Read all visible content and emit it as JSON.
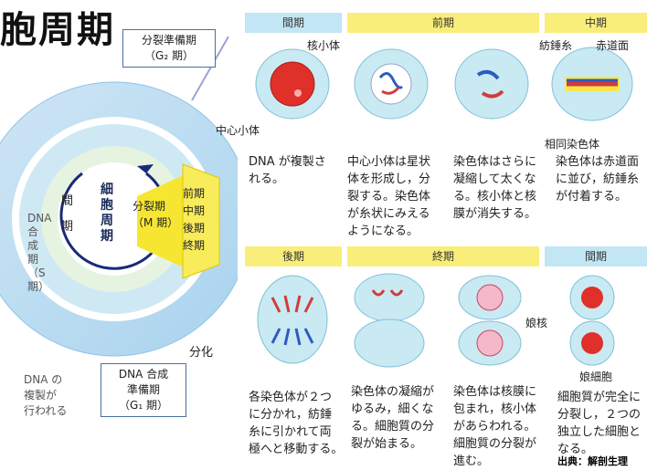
{
  "title": "胞周期",
  "cycle": {
    "g2_line1": "分裂準備期",
    "g2_line2": "（G₂ 期）",
    "interphase_1": "間",
    "interphase_2": "期",
    "center": "細胞周期",
    "m_line1": "分裂期",
    "m_line2": "（M 期）",
    "phases": [
      "前期",
      "中期",
      "後期",
      "終期"
    ],
    "s_phase": "DNA合成期（S期）",
    "g1_line1": "DNA 合成",
    "g1_line2": "準備期",
    "g1_line3": "（G₁ 期）",
    "differentiation": "分化",
    "dna_rep": [
      "DNA の",
      "複製が",
      "行われる"
    ]
  },
  "banners": {
    "interphase": "間期",
    "prophase": "前期",
    "metaphase": "中期",
    "anaphase": "後期",
    "telophase": "終期",
    "interphase2": "間期"
  },
  "labels": {
    "nucleolus": "核小体",
    "centrosome": "中心小体",
    "spindle": "紡錘糸",
    "equator": "赤道面",
    "homologous": "相同染色体",
    "daughter_nucleus": "娘核",
    "daughter_cell": "娘細胞"
  },
  "captions": {
    "interphase": [
      "DNA が複製さ",
      "れる。"
    ],
    "prophase1": [
      "中心小体は星状",
      "体を形成し，分",
      "裂する。染色体",
      "が糸状にみえる",
      "ようになる。"
    ],
    "prophase2": [
      "染色体はさらに",
      "凝縮して太くな",
      "る。核小体と核",
      "膜が消失する。"
    ],
    "metaphase": [
      "染色体は赤道面",
      "に並び，紡錘糸",
      "が付着する。"
    ],
    "anaphase": [
      "各染色体が２つ",
      "に分かれ，紡錘",
      "糸に引かれて両",
      "極へと移動する。"
    ],
    "telophase1": [
      "染色体の凝縮が",
      "ゆるみ，細くな",
      "る。細胞質の分",
      "裂が始まる。"
    ],
    "telophase2": [
      "染色体は核膜に",
      "包まれ，核小体",
      "があらわれる。",
      "細胞質の分裂が",
      "進む。"
    ],
    "interphase2": [
      "細胞質が完全に",
      "分裂し，２つの",
      "独立した細胞と",
      "なる。"
    ]
  },
  "source": "出典：解剖生理"
}
